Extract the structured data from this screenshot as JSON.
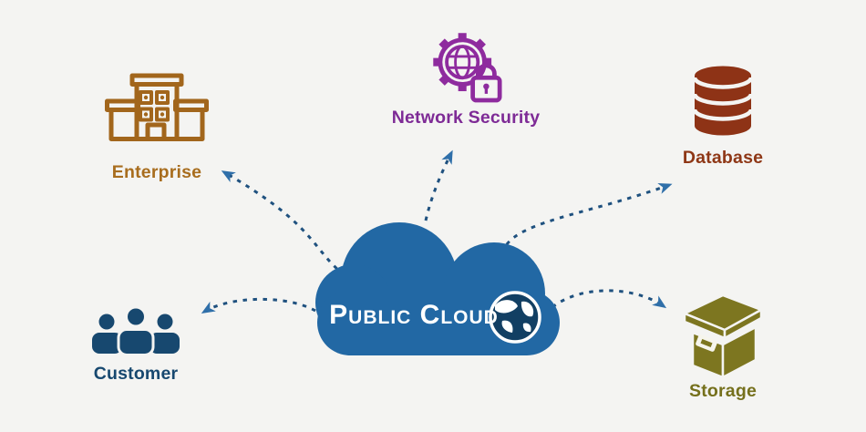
{
  "diagram": {
    "type": "cloud-architecture-diagram",
    "background_color": "#f4f4f2",
    "cloud": {
      "id": "public-cloud",
      "label": "Public Cloud",
      "fill_color": "#2268a4",
      "text_color": "#ffffff",
      "icon": "globe-icon"
    },
    "nodes": [
      {
        "id": "enterprise",
        "label": "Enterprise",
        "color": "#a86d1e",
        "icon": "building-icon",
        "position": "top-left"
      },
      {
        "id": "network-security",
        "label": "Network Security",
        "color": "#7e2b96",
        "icon": "gear-globe-lock-icon",
        "position": "top-center"
      },
      {
        "id": "database",
        "label": "Database",
        "color": "#8e3716",
        "icon": "database-icon",
        "position": "top-right"
      },
      {
        "id": "customer",
        "label": "Customer",
        "color": "#17486f",
        "icon": "people-group-icon",
        "position": "bottom-left"
      },
      {
        "id": "storage",
        "label": "Storage",
        "color": "#75701c",
        "icon": "storage-box-icon",
        "position": "bottom-right"
      }
    ],
    "connections": [
      {
        "from": "public-cloud",
        "to": "enterprise",
        "style": "dashed-arrow",
        "color": "#1f517f"
      },
      {
        "from": "public-cloud",
        "to": "network-security",
        "style": "dashed-arrow",
        "color": "#1f517f"
      },
      {
        "from": "public-cloud",
        "to": "database",
        "style": "dashed-arrow",
        "color": "#1f517f"
      },
      {
        "from": "public-cloud",
        "to": "customer",
        "style": "dashed-arrow",
        "color": "#1f517f"
      },
      {
        "from": "public-cloud",
        "to": "storage",
        "style": "dashed-arrow",
        "color": "#1f517f"
      }
    ],
    "arrowhead_color": "#2f6fa9"
  }
}
